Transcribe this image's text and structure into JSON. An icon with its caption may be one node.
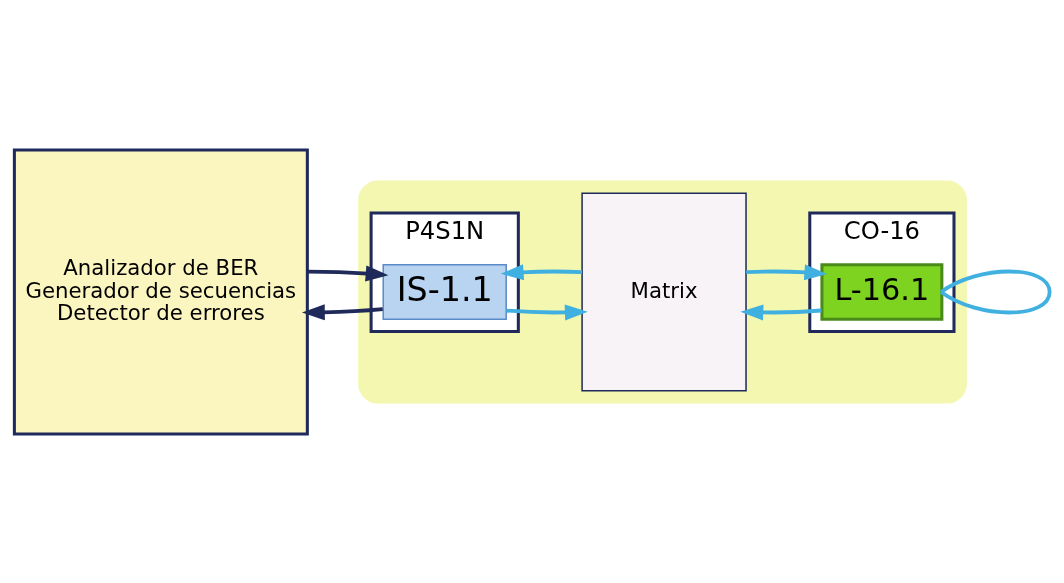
{
  "diagram": {
    "nodes": [
      {
        "text": [
          "Analizador de BER",
          "Generador de secuencias",
          "Detector de errores"
        ]
      },
      {
        "text": [],
        "shape": "box"
      },
      {
        "text": [
          "P4S1N"
        ],
        "in": 1
      },
      {
        "text": [
          "IS-1.1"
        ],
        "in": 2
      },
      {
        "text": [
          "Matrix"
        ],
        "in": 1
      },
      {
        "text": [
          "CO-16"
        ],
        "in": 1
      },
      {
        "text": [
          "L-16.1"
        ],
        "in": 5
      }
    ],
    "edges": [
      {
        "from": 0,
        "to": 3,
        "arrow": "to",
        "color": "#1f2a5a"
      },
      {
        "from": 3,
        "to": 0,
        "arrow": "to",
        "color": "#1f2a5a"
      },
      {
        "from": 3,
        "to": 4,
        "arrow": "to"
      },
      {
        "from": 4,
        "to": 3,
        "arrow": "to"
      },
      {
        "from": 4,
        "to": 6,
        "arrow": "to"
      },
      {
        "from": 6,
        "to": 4,
        "arrow": "to"
      },
      {
        "from": 6,
        "to": 6,
        "arrow": "none"
      }
    ]
  }
}
